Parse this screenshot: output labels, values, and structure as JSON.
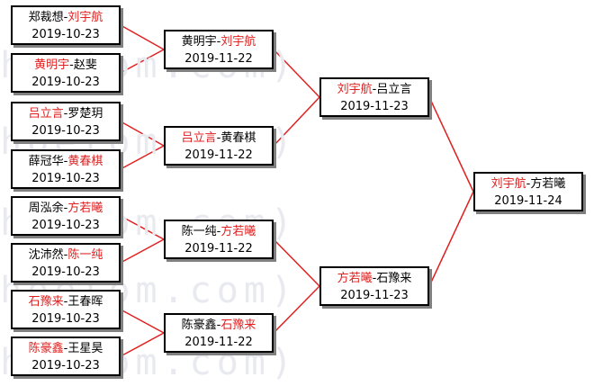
{
  "colors": {
    "winner": "#e02020",
    "line": "#e02020",
    "text": "#000000",
    "border": "#000000"
  },
  "watermark": "(hoetom.com)",
  "rounds": [
    {
      "matches": [
        {
          "p1": "郑裁想",
          "p2": "刘宇航",
          "winner": 2,
          "date": "2019-10-23"
        },
        {
          "p1": "黄明宇",
          "p2": "赵斐",
          "winner": 1,
          "date": "2019-10-23"
        },
        {
          "p1": "吕立言",
          "p2": "罗楚玥",
          "winner": 1,
          "date": "2019-10-23"
        },
        {
          "p1": "薛冠华",
          "p2": "黄春棋",
          "winner": 2,
          "date": "2019-10-23"
        },
        {
          "p1": "周泓余",
          "p2": "方若曦",
          "winner": 2,
          "date": "2019-10-23"
        },
        {
          "p1": "沈沛然",
          "p2": "陈一纯",
          "winner": 2,
          "date": "2019-10-23"
        },
        {
          "p1": "石豫来",
          "p2": "王春晖",
          "winner": 1,
          "date": "2019-10-23"
        },
        {
          "p1": "陈豪鑫",
          "p2": "王星昊",
          "winner": 1,
          "date": "2019-10-23"
        }
      ]
    },
    {
      "matches": [
        {
          "p1": "黄明宇",
          "p2": "刘宇航",
          "winner": 2,
          "date": "2019-11-22"
        },
        {
          "p1": "吕立言",
          "p2": "黄春棋",
          "winner": 1,
          "date": "2019-11-22"
        },
        {
          "p1": "陈一纯",
          "p2": "方若曦",
          "winner": 2,
          "date": "2019-11-22"
        },
        {
          "p1": "陈豪鑫",
          "p2": "石豫来",
          "winner": 2,
          "date": "2019-11-22"
        }
      ]
    },
    {
      "matches": [
        {
          "p1": "刘宇航",
          "p2": "吕立言",
          "winner": 1,
          "date": "2019-11-23"
        },
        {
          "p1": "方若曦",
          "p2": "石豫来",
          "winner": 1,
          "date": "2019-11-23"
        }
      ]
    },
    {
      "matches": [
        {
          "p1": "刘宇航",
          "p2": "方若曦",
          "winner": 1,
          "date": "2019-11-24"
        }
      ]
    }
  ]
}
